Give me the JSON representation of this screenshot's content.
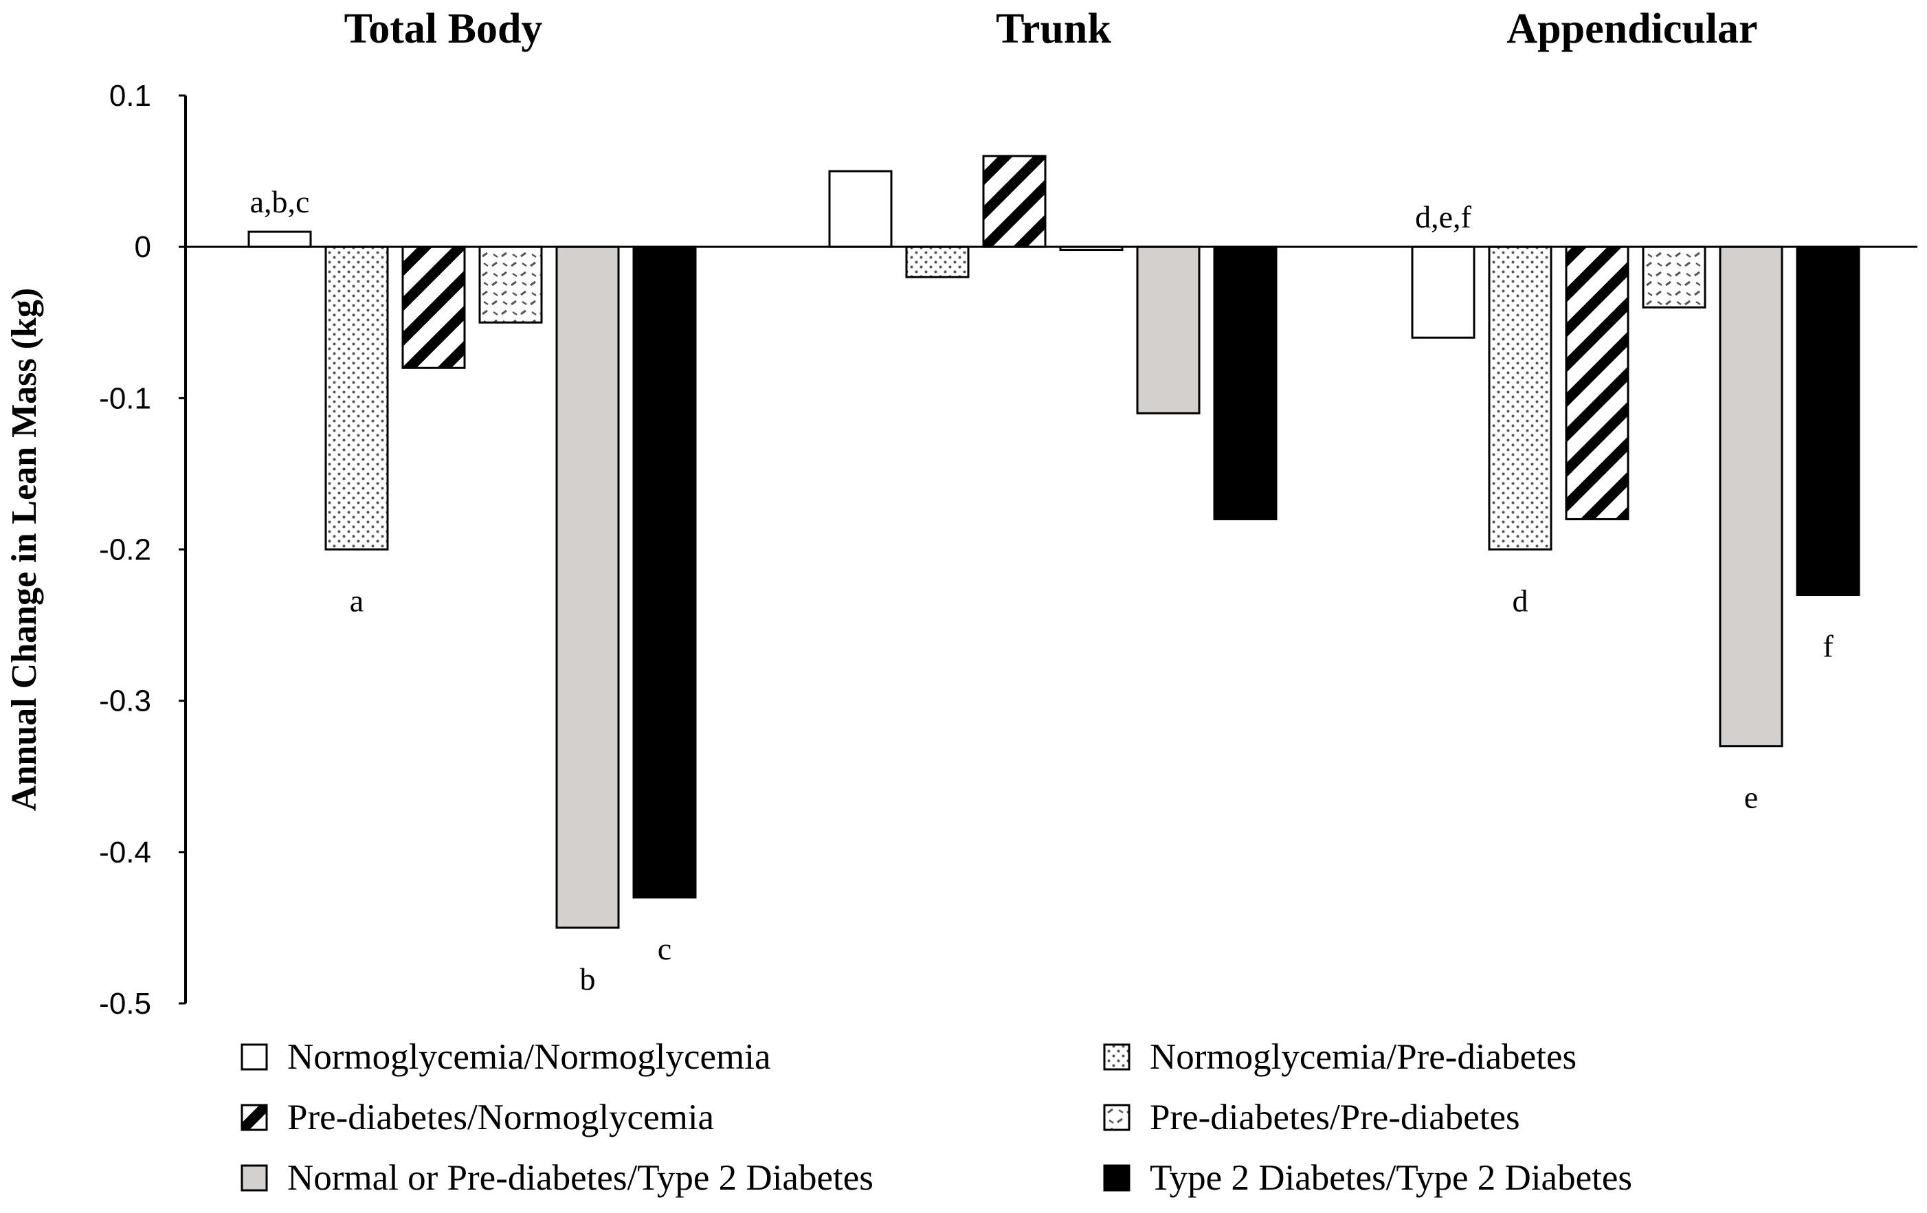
{
  "chart_data": {
    "type": "bar",
    "title": "",
    "xlabel": "",
    "ylabel": "Annual Change in Lean Mass (kg)",
    "ylim": [
      -0.5,
      0.1
    ],
    "yticks": [
      0.1,
      0,
      -0.1,
      -0.2,
      -0.3,
      -0.4,
      -0.5
    ],
    "ytick_labels": [
      "0.1",
      "0",
      "-0.1",
      "-0.2",
      "-0.3",
      "-0.4",
      "-0.5"
    ],
    "grid": false,
    "legend_position": "bottom",
    "categories": [
      "Total Body",
      "Trunk",
      "Appendicular"
    ],
    "series": [
      {
        "name": "Normoglycemia/Normoglycemia",
        "pattern": "white",
        "values": [
          0.01,
          0.05,
          -0.06
        ]
      },
      {
        "name": "Normoglycemia/Pre-diabetes",
        "pattern": "dots",
        "values": [
          -0.2,
          -0.02,
          -0.2
        ]
      },
      {
        "name": "Pre-diabetes/Normoglycemia",
        "pattern": "diagonal",
        "values": [
          -0.08,
          0.06,
          -0.18
        ]
      },
      {
        "name": "Pre-diabetes/Pre-diabetes",
        "pattern": "dashes",
        "values": [
          -0.05,
          -0.002,
          -0.04
        ]
      },
      {
        "name": "Normal or Pre-diabetes/Type 2 Diabetes",
        "pattern": "gray",
        "values": [
          -0.45,
          -0.11,
          -0.33
        ]
      },
      {
        "name": "Type 2 Diabetes/Type 2 Diabetes",
        "pattern": "black",
        "values": [
          -0.43,
          -0.18,
          -0.23
        ]
      }
    ],
    "annotations": [
      {
        "category": 0,
        "series": 0,
        "text": "a,b,c"
      },
      {
        "category": 0,
        "series": 1,
        "text": "a"
      },
      {
        "category": 0,
        "series": 4,
        "text": "b"
      },
      {
        "category": 0,
        "series": 5,
        "text": "c"
      },
      {
        "category": 2,
        "series": 0,
        "text": "d,e,f"
      },
      {
        "category": 2,
        "series": 1,
        "text": "d"
      },
      {
        "category": 2,
        "series": 4,
        "text": "e"
      },
      {
        "category": 2,
        "series": 5,
        "text": "f"
      }
    ],
    "colors": {
      "white": "#ffffff",
      "gray": "#d3d0ce",
      "black": "#000000",
      "stroke": "#000000"
    }
  }
}
